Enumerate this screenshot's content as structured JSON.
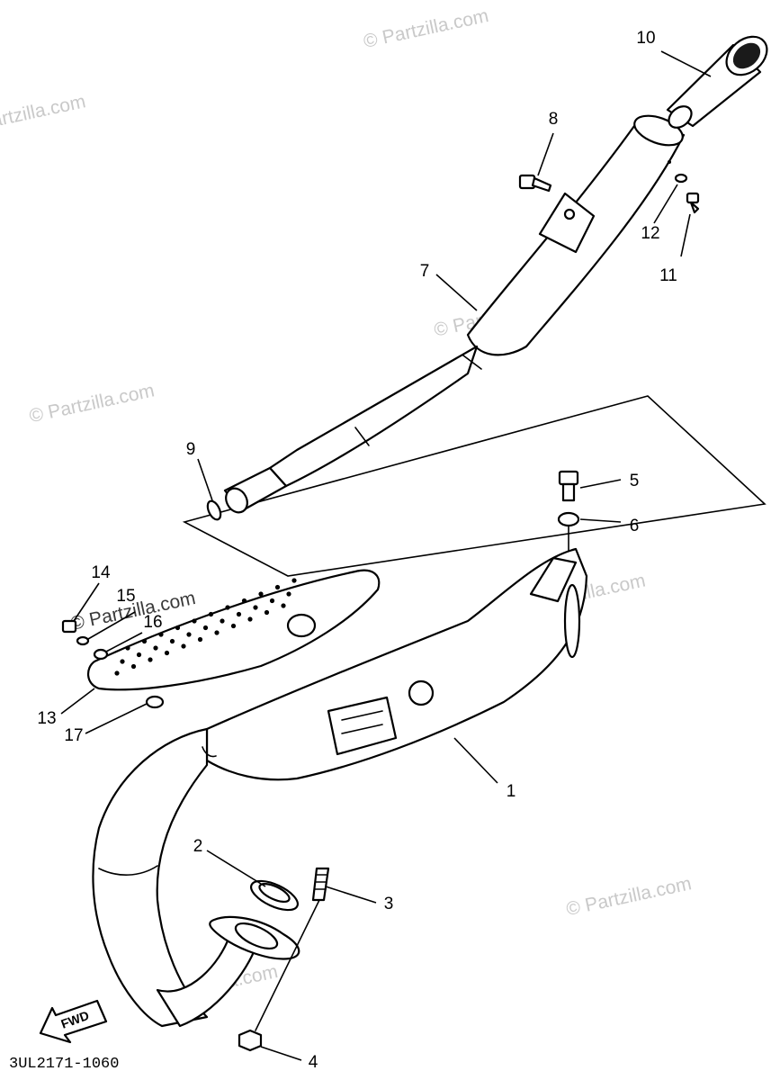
{
  "watermark": "© Partzilla.com",
  "diagram_code": "3UL2171-1060",
  "direction_label": "FWD",
  "callouts": {
    "c1": "1",
    "c2": "2",
    "c3": "3",
    "c4": "4",
    "c5": "5",
    "c6": "6",
    "c7": "7",
    "c8": "8",
    "c9": "9",
    "c10": "10",
    "c11": "11",
    "c12": "12",
    "c13": "13",
    "c14": "14",
    "c15": "15",
    "c16": "16",
    "c17": "17"
  }
}
